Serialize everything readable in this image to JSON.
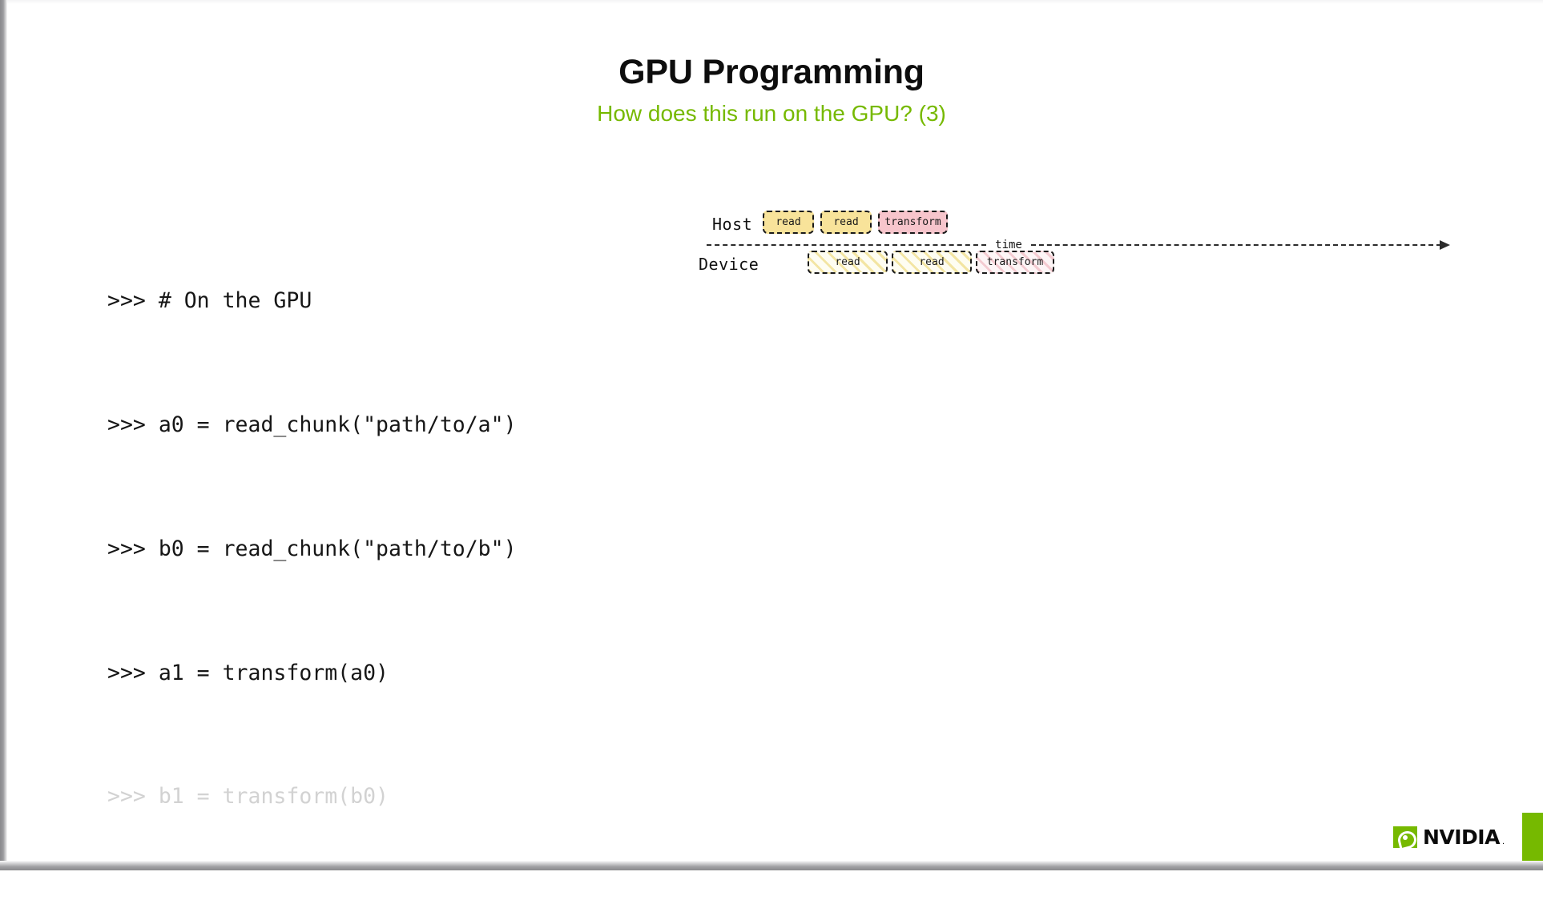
{
  "slide": {
    "title": "GPU Programming",
    "subtitle": "How does this run on the GPU? (3)",
    "accent_color": "#76b900",
    "background_color": "#ffffff"
  },
  "code": {
    "lines": [
      {
        "text": ">>> # On the GPU",
        "dim": false
      },
      {
        "text": ">>> a0 = read_chunk(\"path/to/a\")",
        "dim": false
      },
      {
        "text": ">>> b0 = read_chunk(\"path/to/b\")",
        "dim": false
      },
      {
        "text": ">>> a1 = transform(a0)",
        "dim": false
      },
      {
        "text": ">>> b1 = transform(b0)",
        "dim": true
      }
    ]
  },
  "timeline": {
    "host_label": "Host",
    "device_label": "Device",
    "time_label": "time",
    "colors": {
      "read_fill": "#f8e39a",
      "transform_fill": "#f7c5cc",
      "read_hatch": "#f3e5a3",
      "transform_hatch": "#f4ccd2",
      "border": "#1a1a1a"
    },
    "host_boxes": [
      {
        "label": "read",
        "kind": "read"
      },
      {
        "label": "read",
        "kind": "read"
      },
      {
        "label": "transform",
        "kind": "transform"
      }
    ],
    "device_boxes": [
      {
        "label": "read",
        "kind": "read"
      },
      {
        "label": "read",
        "kind": "read"
      },
      {
        "label": "transform",
        "kind": "transform"
      }
    ]
  },
  "footer": {
    "brand": "NVIDIA",
    "trademark": "."
  }
}
